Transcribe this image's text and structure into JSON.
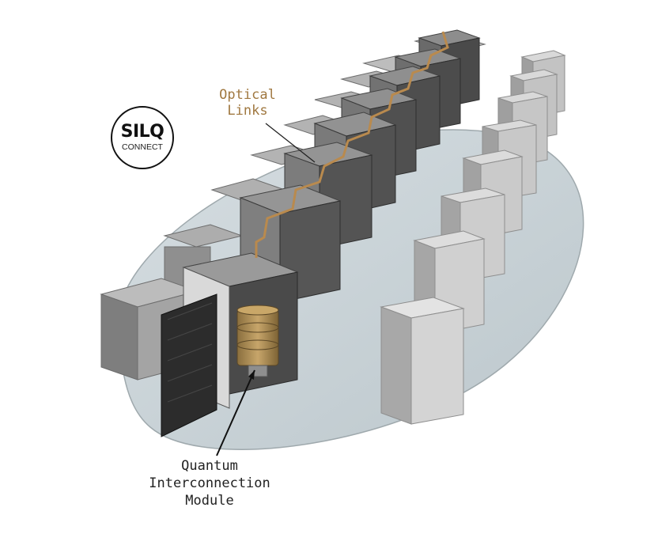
{
  "logo": {
    "title": "SILQ",
    "subtitle": "CONNECT"
  },
  "labels": {
    "optical_links": [
      "Optical",
      "Links"
    ],
    "interconnection_module": [
      "Quantum",
      "Interconnection",
      "Module"
    ]
  },
  "colors": {
    "floor": "#c9d3d8",
    "cabinet_light": "#9a9a9a",
    "cabinet_dark": "#3d3d3d",
    "link_copper": "#b98a4e",
    "label_copper": "#a07840"
  }
}
